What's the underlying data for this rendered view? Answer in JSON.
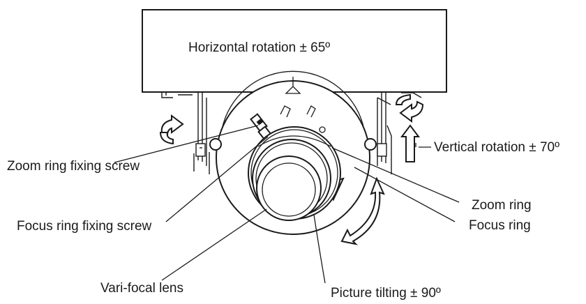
{
  "labels": {
    "horizontal_rotation": "Horizontal rotation ± 65º",
    "vertical_rotation": "Vertical rotation ± 70º",
    "zoom_ring_fixing_screw": "Zoom ring fixing screw",
    "focus_ring_fixing_screw": "Focus ring fixing screw",
    "vari_focal_lens": "Vari-focal lens",
    "zoom_ring": "Zoom ring",
    "focus_ring": "Focus ring",
    "picture_tilting": "Picture tilting ± 90º"
  },
  "icons": {
    "rotate_left": "curved-rotation-arrow-icon",
    "rotate_right": "curved-rotation-arrow-icon",
    "vertical_up": "up-arrow-icon",
    "tilt": "double-headed-curved-arrow-icon"
  }
}
